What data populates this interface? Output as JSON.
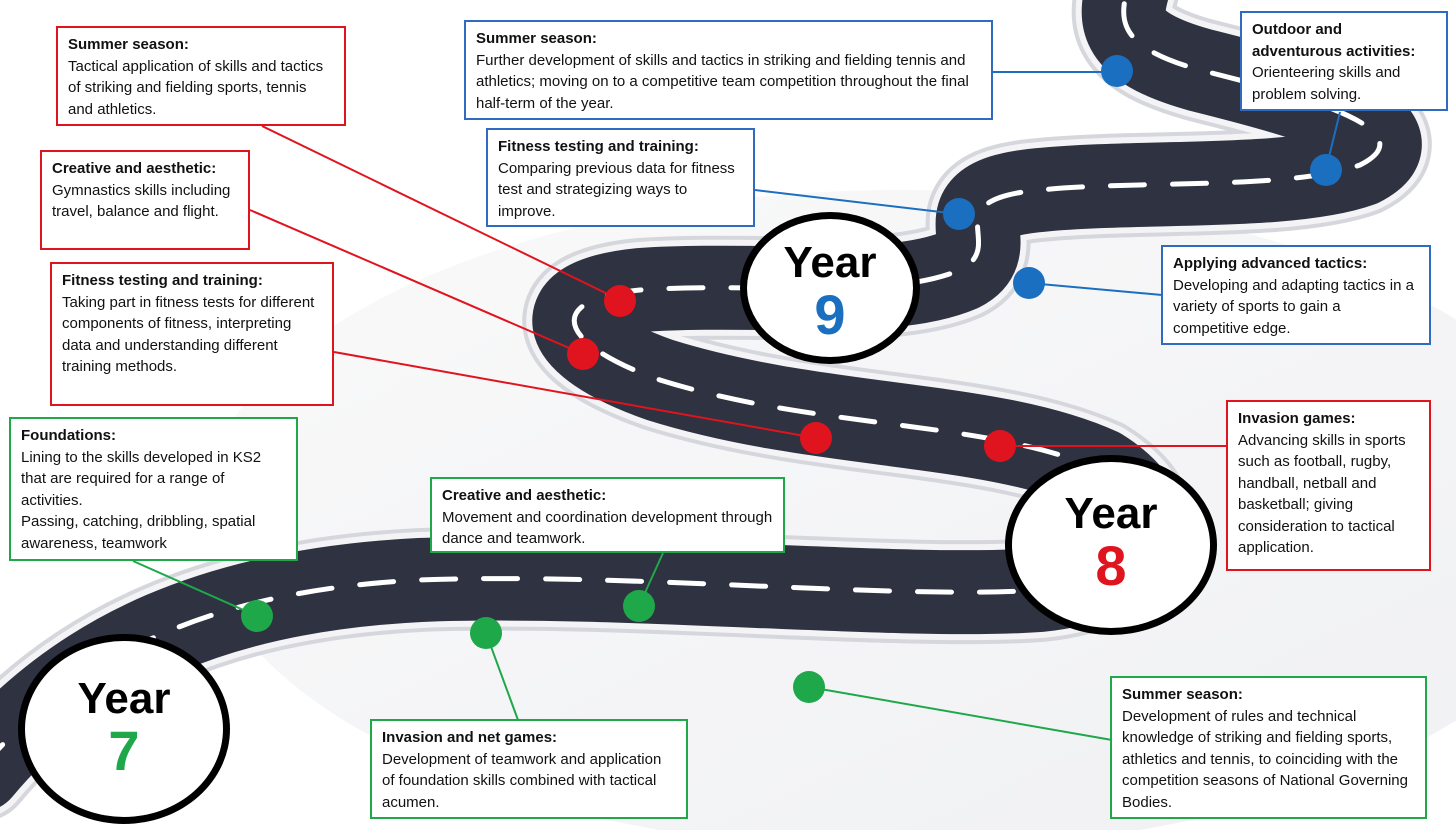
{
  "colors": {
    "year7": "#1ea84a",
    "year8": "#e0141e",
    "year9": "#1a6fc0",
    "road": "#2f3240",
    "road_edge": "#dfe1e6"
  },
  "years": {
    "y7": {
      "label": "Year",
      "number": "7"
    },
    "y8": {
      "label": "Year",
      "number": "8"
    },
    "y9": {
      "label": "Year",
      "number": "9"
    }
  },
  "year9": {
    "summer": {
      "title": "Summer season:",
      "text": "Further development of skills and tactics in striking and fielding tennis and athletics; moving on to a competitive team competition throughout the final half-term of the year."
    },
    "outdoor": {
      "title": "Outdoor and adventurous activities:",
      "text": "Orienteering skills and problem solving."
    },
    "fitness": {
      "title": "Fitness testing and training:",
      "text": "Comparing previous data for fitness test and strategizing ways to improve."
    },
    "advanced": {
      "title": "Applying advanced tactics:",
      "text": "Developing and adapting tactics in a variety of sports to gain a competitive edge."
    }
  },
  "year8": {
    "summer": {
      "title": "Summer season:",
      "text": "Tactical application of skills and tactics of striking and fielding sports, tennis and athletics."
    },
    "creative": {
      "title": "Creative and aesthetic:",
      "text": "Gymnastics skills including travel, balance and flight."
    },
    "fitness": {
      "title": "Fitness testing and training:",
      "text": "Taking part in fitness tests for different components of fitness, interpreting data and understanding different training methods."
    },
    "invasion": {
      "title": "Invasion games:",
      "text": "Advancing skills in sports such as football, rugby, handball, netball and basketball; giving consideration to tactical application."
    }
  },
  "year7": {
    "foundations": {
      "title": "Foundations:",
      "text": "Lining to the skills developed in KS2 that are required for a range of activities.\nPassing, catching, dribbling, spatial awareness, teamwork"
    },
    "creative": {
      "title": "Creative and aesthetic:",
      "text": "Movement and coordination development through dance and teamwork."
    },
    "invasion_net": {
      "title": "Invasion and net games:",
      "text": "Development of teamwork and application of foundation skills combined with tactical acumen."
    },
    "summer": {
      "title": "Summer season:",
      "text": "Development of rules and technical knowledge of striking and fielding sports, athletics and tennis, to coinciding with the competition seasons of National Governing Bodies."
    }
  }
}
